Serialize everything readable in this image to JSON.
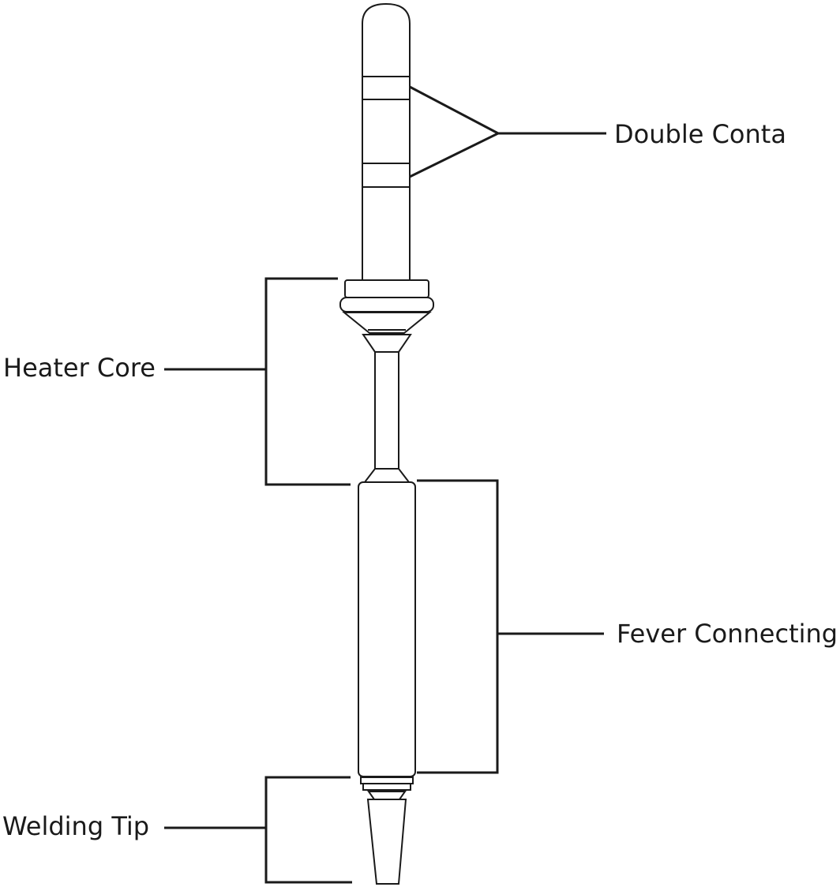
{
  "labels": {
    "double_contact": "Double Conta",
    "heater_core": "Heater Core",
    "fever_connecting": "Fever Connecting",
    "welding_tip": "Welding Tip"
  },
  "colors": {
    "line": "#1a1a1a",
    "background": "#ffffff"
  }
}
